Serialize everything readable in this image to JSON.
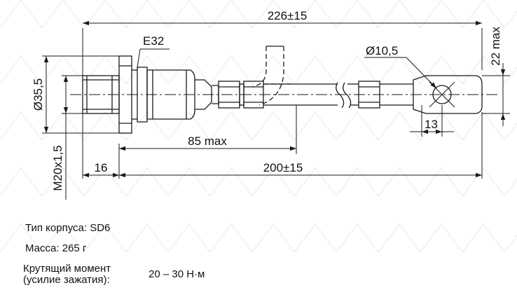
{
  "dimensions": {
    "total_length": "226±15",
    "height_max": "22 max",
    "thread_size": "E32",
    "lug_hole": "Ø10,5",
    "flange_diameter": "Ø35,5",
    "lug_edge": "13",
    "body_length": "85 max",
    "thread": "M20x1,5",
    "stud_length": "16",
    "cable_length": "200±15"
  },
  "specs": {
    "case_type": "Тип корпуса: SD6",
    "mass": "Масса: 265 г",
    "torque_label_line1": "Крутящий момент",
    "torque_label_line2": "(усилие зажатия):",
    "torque_value": "20 – 30 Н·м"
  },
  "colors": {
    "line": "#1a1a1a",
    "watermark": "#ececec"
  }
}
